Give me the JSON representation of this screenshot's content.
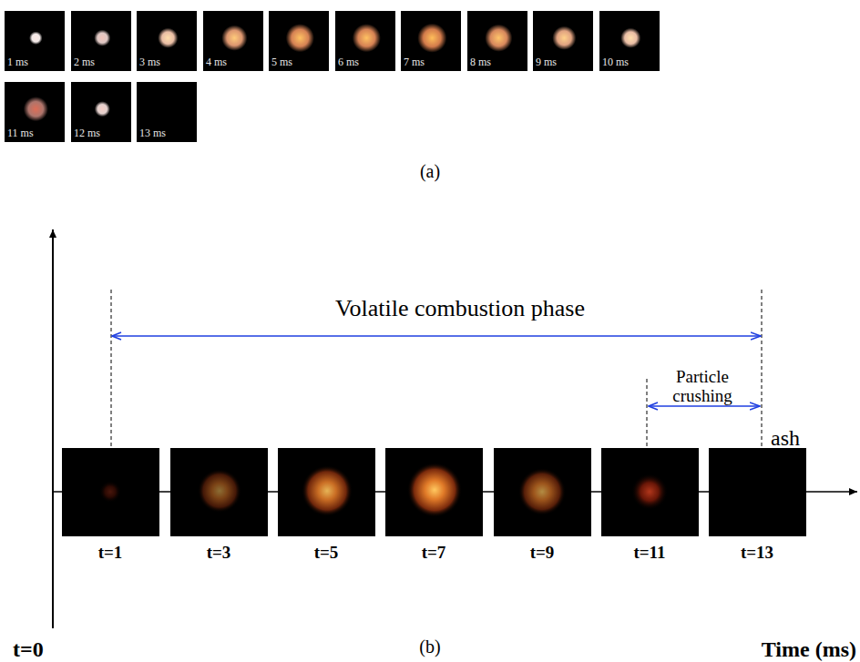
{
  "diagram": {
    "nodes": [
      {
        "text": [
          "1 ms"
        ]
      },
      {
        "text": [
          "2 ms"
        ]
      },
      {
        "text": [
          "3 ms"
        ]
      },
      {
        "text": [
          "4 ms"
        ]
      },
      {
        "text": [
          "5 ms"
        ]
      },
      {
        "text": [
          "6 ms"
        ]
      },
      {
        "text": [
          "7 ms"
        ]
      },
      {
        "text": [
          "8 ms"
        ]
      },
      {
        "text": [
          "9 ms"
        ]
      },
      {
        "text": [
          "10 ms"
        ]
      },
      {
        "text": [
          "11 ms"
        ]
      },
      {
        "text": [
          "12 ms"
        ]
      },
      {
        "text": [
          "13 ms"
        ]
      }
    ],
    "labels": [
      "(a)",
      "Volatile combustion phase",
      "Particle crushing",
      "ash",
      "t=1",
      "t=3",
      "t=5",
      "t=7",
      "t=9",
      "t=11",
      "t=13",
      "t=0",
      "(b)",
      "Time (ms)"
    ]
  }
}
